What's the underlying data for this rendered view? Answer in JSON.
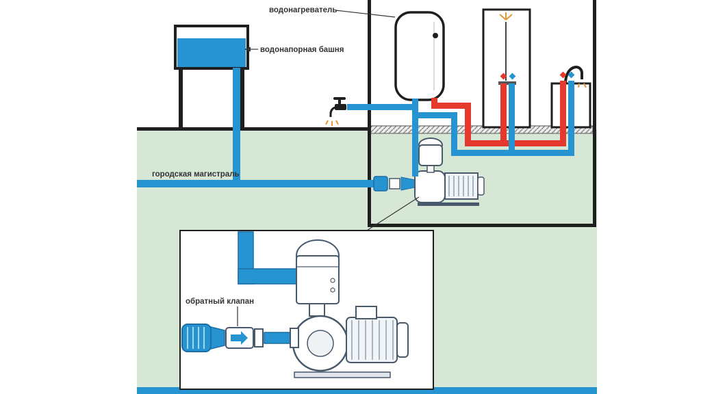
{
  "labels": {
    "water_heater": "водонагреватель",
    "water_tower": "водонапорная башня",
    "city_main": "городская магистраль",
    "check_valve": "обратный клапан"
  },
  "colors": {
    "pipe_cold": "#2794d2",
    "pipe_hot": "#e6392e",
    "ground": "#d6e7d6",
    "outline": "#1f1f1f"
  },
  "components": [
    "water-tower",
    "city-main-pipe",
    "outdoor-tap",
    "water-heater",
    "shower-cabin",
    "sink-unit",
    "pump-station",
    "pressure-controller",
    "check-valve",
    "compression-fitting",
    "detail-inset"
  ]
}
